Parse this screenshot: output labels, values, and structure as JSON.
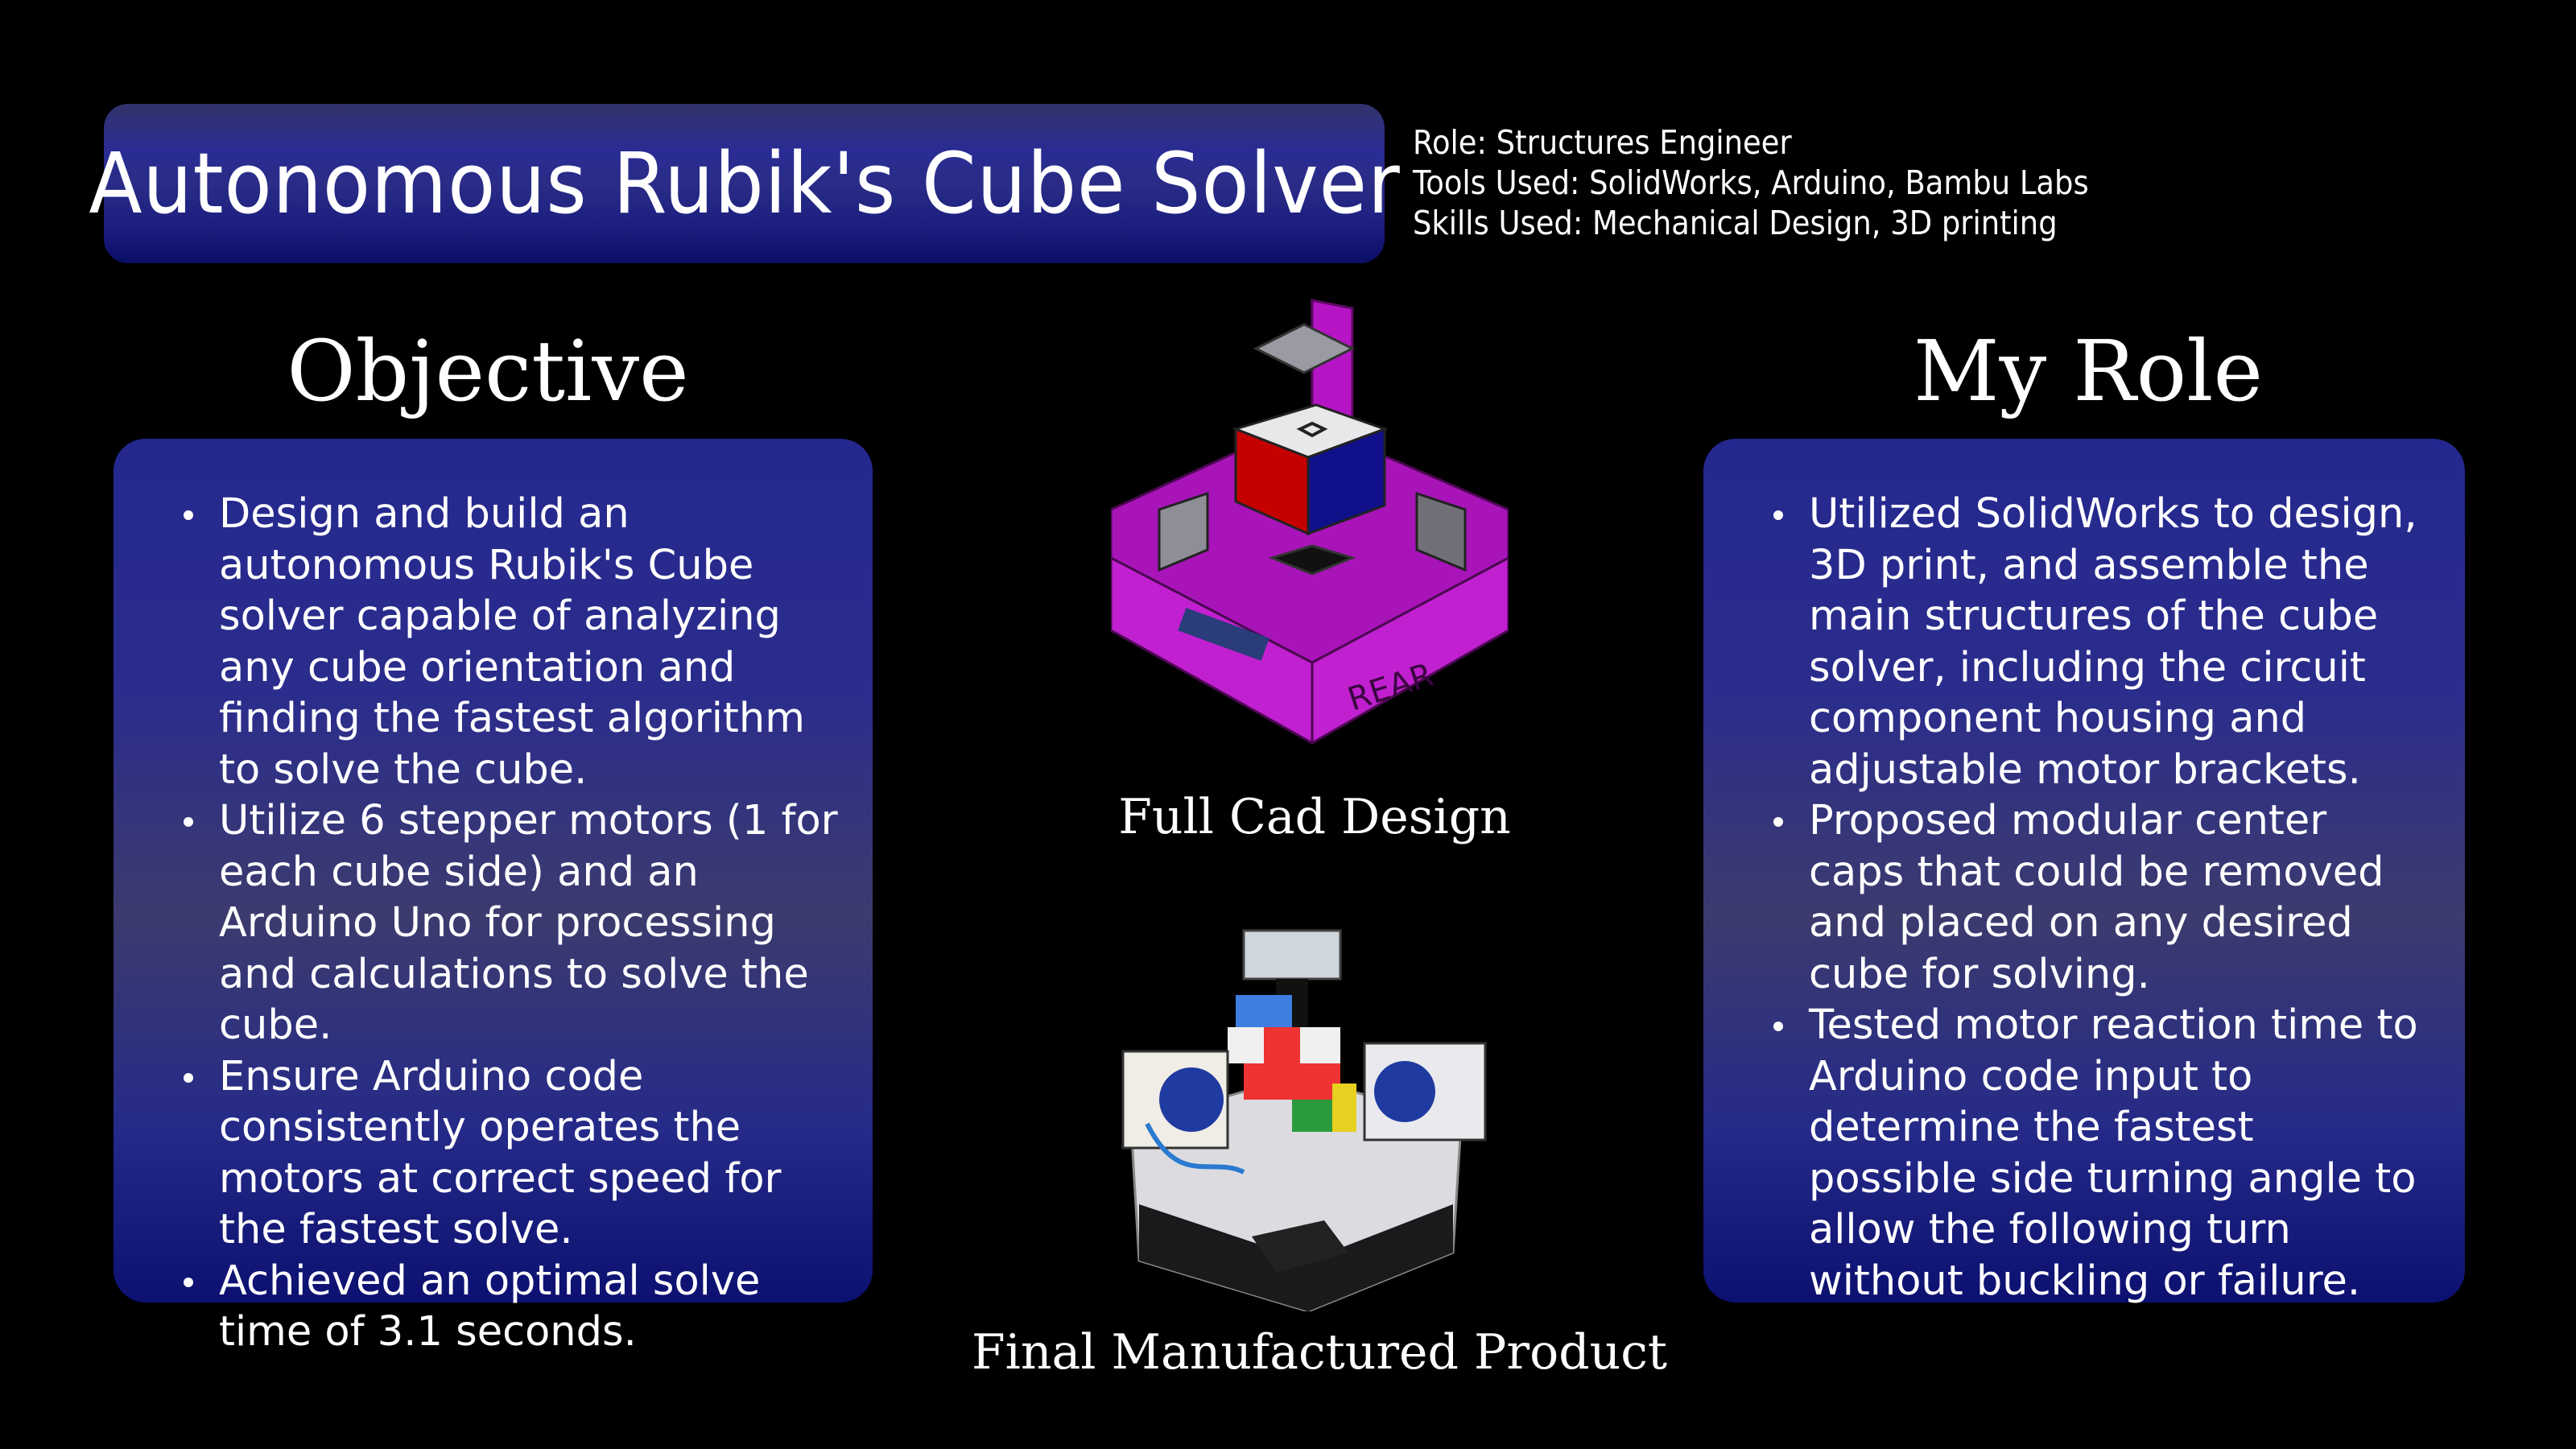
{
  "header": {
    "title": "Autonomous Rubik's Cube Solver",
    "role": "Role: Structures Engineer",
    "tools": "Tools Used: SolidWorks, Arduino, Bambu Labs",
    "skills": "Skills Used: Mechanical Design, 3D printing"
  },
  "objective": {
    "heading": "Objective",
    "bullets": [
      "Design and build an autonomous Rubik's Cube solver capable of analyzing any cube orientation and finding the fastest algorithm to solve the cube.",
      "Utilize 6 stepper motors (1 for each cube side) and an Arduino Uno for processing and calculations to solve the cube.",
      "Ensure Arduino code consistently operates the motors at correct speed for the fastest solve.",
      "Achieved an optimal solve time of 3.1 seconds."
    ]
  },
  "my_role": {
    "heading": "My Role",
    "bullets": [
      "Utilized SolidWorks to design, 3D print, and assemble the main structures of the cube solver, including the circuit component housing and adjustable motor brackets.",
      "Proposed modular center caps that could be removed and placed on any desired cube for solving.",
      "Tested motor reaction time to Arduino code input to determine the fastest possible side turning angle to allow the following turn without buckling or failure."
    ]
  },
  "figures": {
    "cad_caption": "Full Cad Design",
    "product_caption": "Final Manufactured Product"
  },
  "colors": {
    "accent": "#2a2c94",
    "cad_magenta": "#b010c0"
  }
}
